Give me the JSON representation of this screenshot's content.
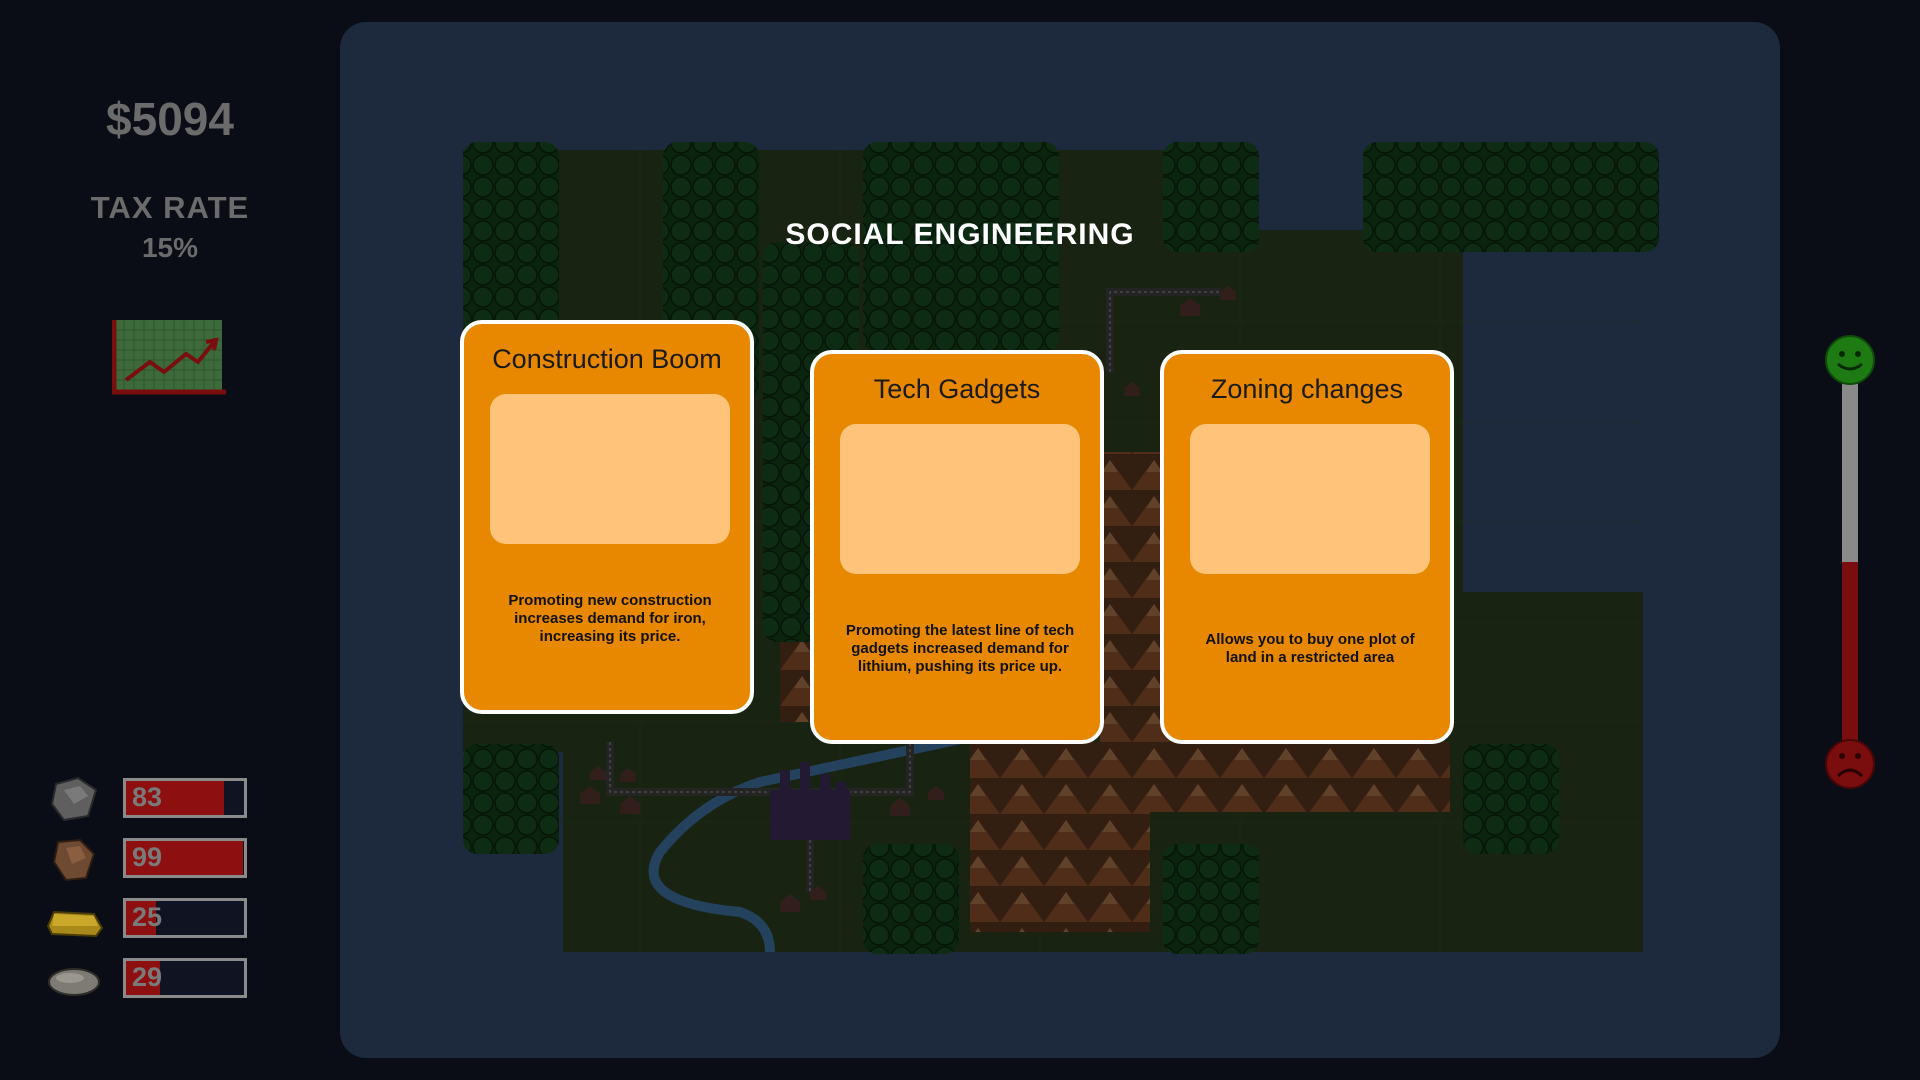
{
  "hud": {
    "money": "$5094",
    "tax_label": "TAX RATE",
    "tax_value": "15%",
    "stats_icon": "rising-chart-icon"
  },
  "resources": [
    {
      "name": "iron",
      "icon": "iron-ore-icon",
      "value": "83",
      "fill": 0.83,
      "color": "#6d6d6d"
    },
    {
      "name": "copper",
      "icon": "copper-ore-icon",
      "value": "99",
      "fill": 0.99,
      "color": "#7a5034"
    },
    {
      "name": "gold",
      "icon": "gold-bar-icon",
      "value": "25",
      "fill": 0.25,
      "color": "#b89a1e"
    },
    {
      "name": "lithium",
      "icon": "lithium-stone-icon",
      "value": "29",
      "fill": 0.29,
      "color": "#8c8a82"
    }
  ],
  "overlay": {
    "title": "SOCIAL ENGINEERING",
    "cards": [
      {
        "title": "Construction Boom",
        "description": "Promoting new construction increases demand for iron, increasing its price."
      },
      {
        "title": "Tech Gadgets",
        "description": "Promoting the latest line of tech gadgets increased demand for lithium, pushing its price up."
      },
      {
        "title": "Zoning changes",
        "description": "Allows you to buy one plot of land in a restricted area"
      }
    ]
  },
  "happiness": {
    "level": 0.5,
    "top_icon": "happy-face-icon",
    "bottom_icon": "sad-face-icon",
    "colors": {
      "happy": "#1e7a12",
      "sad": "#7a0e0e",
      "track": "#8a8a8a"
    }
  }
}
